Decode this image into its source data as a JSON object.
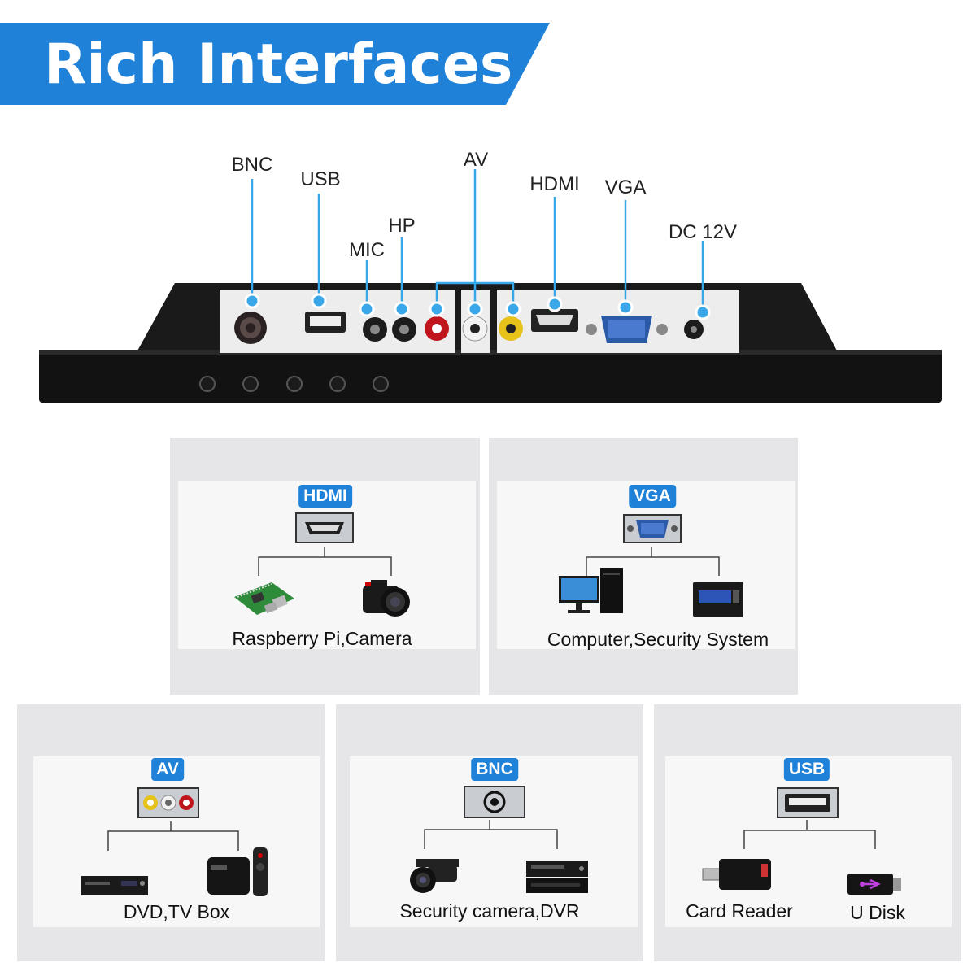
{
  "banner": {
    "title": "Rich Interfaces",
    "color": "#1f82d8"
  },
  "ports": {
    "bnc": "BNC",
    "usb": "USB",
    "mic": "MIC",
    "hp": "HP",
    "av": "AV",
    "hdmi": "HDMI",
    "vga": "VGA",
    "dc": "DC  12V"
  },
  "cards": {
    "hdmi": {
      "badge": "HDMI",
      "caption": "Raspberry Pi,Camera"
    },
    "vga": {
      "badge": "VGA",
      "caption": "Computer,Security System"
    },
    "av": {
      "badge": "AV",
      "caption": "DVD,TV Box"
    },
    "bnc": {
      "badge": "BNC",
      "caption": "Security camera,DVR"
    },
    "usb": {
      "badge": "USB",
      "caption_left": "Card Reader",
      "caption_right": "U Disk"
    }
  },
  "colors": {
    "accent": "#1f82d8",
    "callout_dot": "#3aa8e8",
    "monitor": "#111111"
  }
}
